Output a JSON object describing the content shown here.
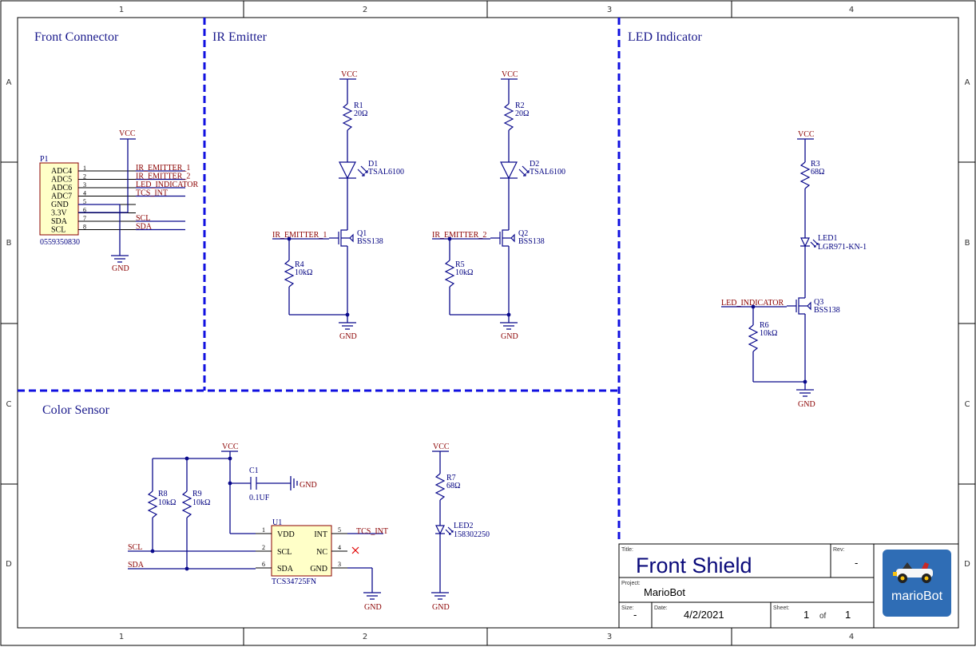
{
  "zones": {
    "cols": [
      "1",
      "2",
      "3",
      "4"
    ],
    "rows": [
      "A",
      "B",
      "C",
      "D"
    ]
  },
  "sections": {
    "front_connector": "Front Connector",
    "ir_emitter": "IR Emitter",
    "led_indicator": "LED Indicator",
    "color_sensor": "Color Sensor"
  },
  "power": {
    "vcc": "VCC",
    "gnd": "GND"
  },
  "p1": {
    "designator": "P1",
    "part": "0559350830",
    "pins": [
      {
        "num": "1",
        "name": "ADC4",
        "net": "IR_EMITTER_1"
      },
      {
        "num": "2",
        "name": "ADC5",
        "net": "IR_EMITTER_2"
      },
      {
        "num": "3",
        "name": "ADC6",
        "net": "LED_INDICATOR"
      },
      {
        "num": "4",
        "name": "ADC7",
        "net": "TCS_INT"
      },
      {
        "num": "5",
        "name": "GND",
        "net": ""
      },
      {
        "num": "6",
        "name": "3.3V",
        "net": ""
      },
      {
        "num": "7",
        "name": "SDA",
        "net": "SCL"
      },
      {
        "num": "8",
        "name": "SCL",
        "net": "SDA"
      }
    ]
  },
  "ir1": {
    "r_top": {
      "des": "R1",
      "val": "20Ω"
    },
    "diode": {
      "des": "D1",
      "val": "TSAL6100"
    },
    "fet": {
      "des": "Q1",
      "val": "BSS138"
    },
    "r_pull": {
      "des": "R4",
      "val": "10kΩ"
    },
    "net": "IR_EMITTER_1"
  },
  "ir2": {
    "r_top": {
      "des": "R2",
      "val": "20Ω"
    },
    "diode": {
      "des": "D2",
      "val": "TSAL6100"
    },
    "fet": {
      "des": "Q2",
      "val": "BSS138"
    },
    "r_pull": {
      "des": "R5",
      "val": "10kΩ"
    },
    "net": "IR_EMITTER_2"
  },
  "led": {
    "r_top": {
      "des": "R3",
      "val": "68Ω"
    },
    "diode": {
      "des": "LED1",
      "val": "LGR971-KN-1"
    },
    "fet": {
      "des": "Q3",
      "val": "BSS138"
    },
    "r_pull": {
      "des": "R6",
      "val": "10kΩ"
    },
    "net": "LED_INDICATOR"
  },
  "color": {
    "r8": {
      "des": "R8",
      "val": "10kΩ"
    },
    "r9": {
      "des": "R9",
      "val": "10kΩ"
    },
    "c1": {
      "des": "C1",
      "val": "0.1UF"
    },
    "u1": {
      "des": "U1",
      "part": "TCS34725FN",
      "pins_left": [
        {
          "num": "1",
          "name": "VDD"
        },
        {
          "num": "2",
          "name": "SCL"
        },
        {
          "num": "6",
          "name": "SDA"
        }
      ],
      "pins_right": [
        {
          "num": "5",
          "name": "INT"
        },
        {
          "num": "4",
          "name": "NC"
        },
        {
          "num": "3",
          "name": "GND"
        }
      ]
    },
    "nets": {
      "scl": "SCL",
      "sda": "SDA",
      "int": "TCS_INT"
    },
    "r7": {
      "des": "R7",
      "val": "68Ω"
    },
    "led2": {
      "des": "LED2",
      "val": "158302250"
    }
  },
  "title_block": {
    "title_label": "Title:",
    "title": "Front Shield",
    "rev_label": "Rev:",
    "rev": "-",
    "project_label": "Project:",
    "project": "MarioBot",
    "size_label": "Size:",
    "size": "-",
    "date_label": "Date:",
    "date": "4/2/2021",
    "sheet_label": "Sheet:",
    "sheet": "1",
    "of_label": "of",
    "sheet_total": "1",
    "logo_text": "marioBot"
  },
  "colors": {
    "wire": "#0a0a8c",
    "net": "#8b0000",
    "section_border": "#1010e0",
    "logo_bg": "#2f6db5"
  }
}
